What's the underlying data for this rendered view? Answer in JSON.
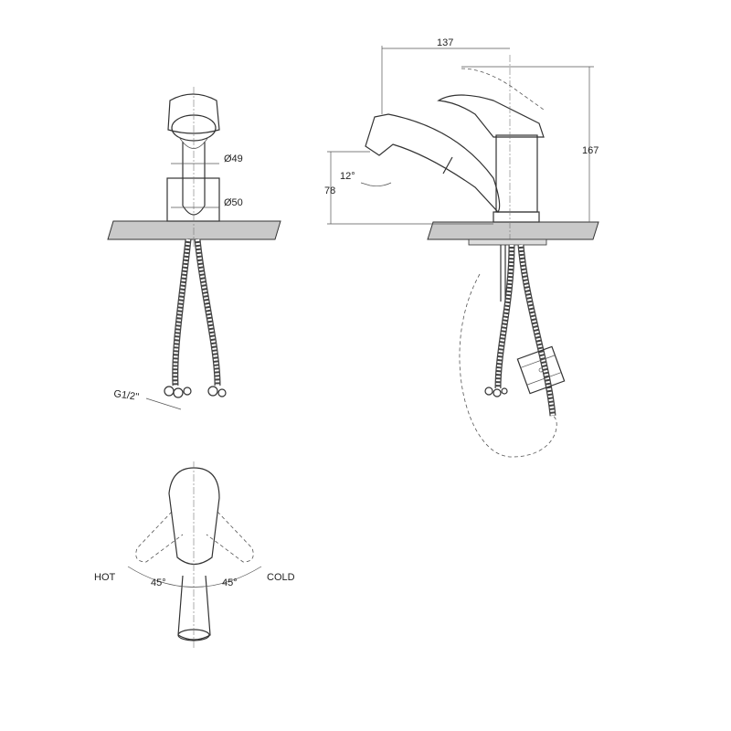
{
  "drawing": {
    "front_view": {
      "dim_upper": "Ø49",
      "dim_lower": "Ø50",
      "thread": "G1/2\""
    },
    "side_view": {
      "width": "137",
      "height": "167",
      "spout_height": "78",
      "spout_angle": "12°"
    },
    "top_view": {
      "left_label": "HOT",
      "right_label": "COLD",
      "left_angle": "45°",
      "right_angle": "45°"
    }
  }
}
